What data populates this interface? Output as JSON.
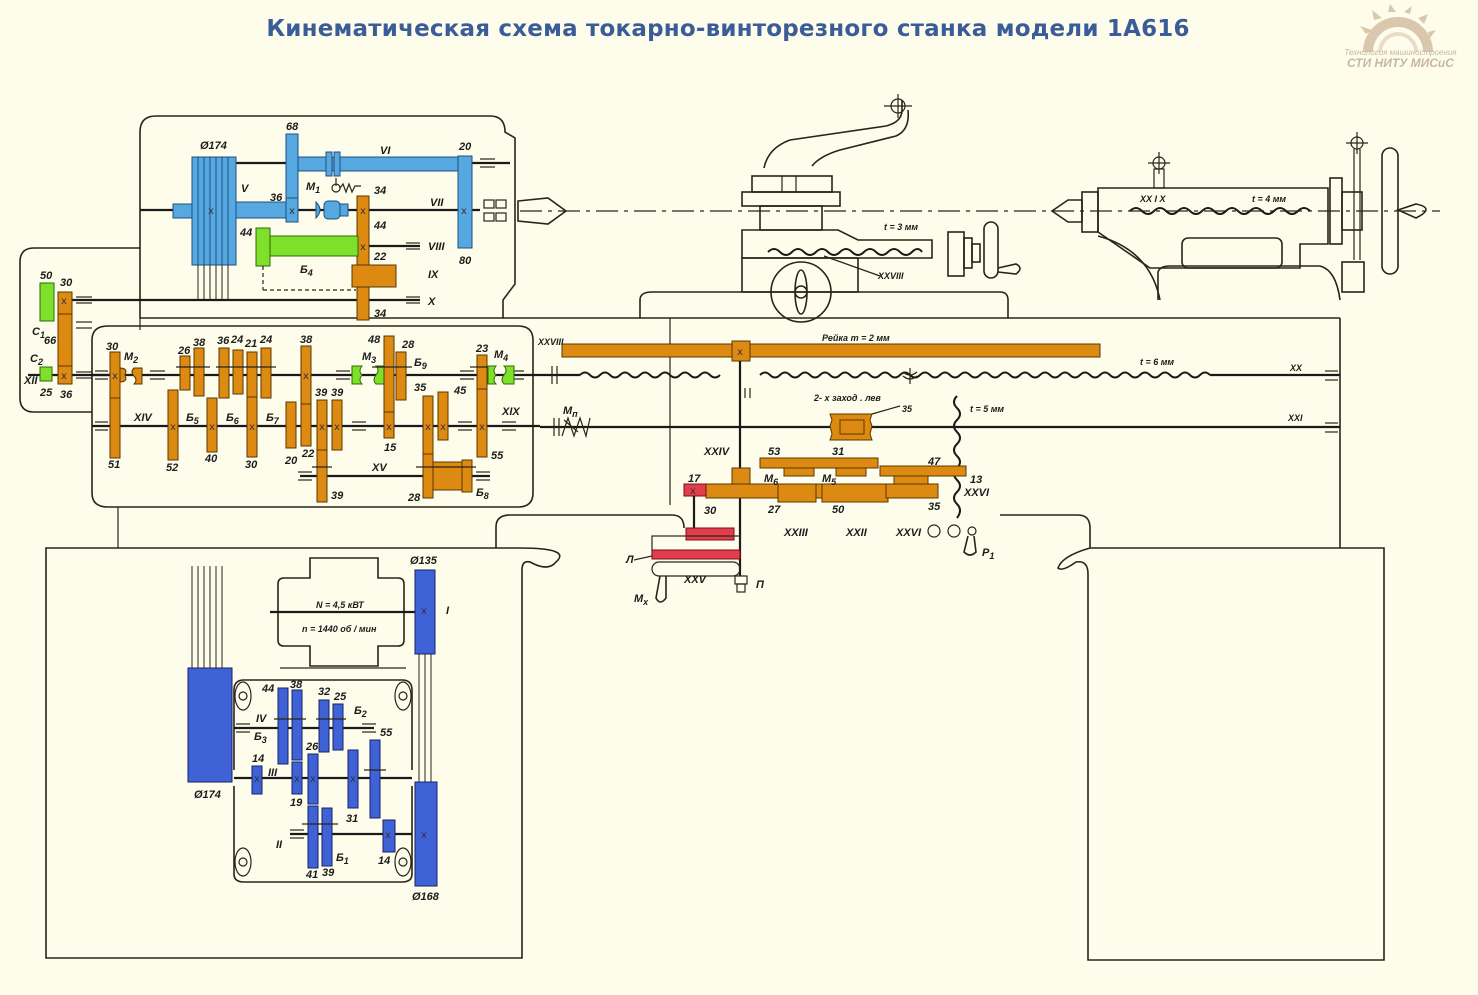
{
  "title": "Кинематическая схема токарно-винторезного станка модели 1А616",
  "logo": {
    "icon": "saw-blade-icon",
    "line1": "Технология машиностроения",
    "line2": "СТИ НИТУ МИСиС"
  },
  "colors": {
    "title": "#3a5d99",
    "background": "#fefdec",
    "gear_orange": "#dd8a12",
    "gear_light_blue": "#56a8e0",
    "gear_dark_blue": "#3f63d6",
    "gear_green": "#7ee02a",
    "gear_red": "#e23d4d"
  },
  "headstock": {
    "pulley": "Ø174",
    "shafts": [
      "V",
      "VI",
      "VII",
      "VIII",
      "IX",
      "X"
    ],
    "teeth": {
      "g68": "68",
      "g20": "20",
      "g36": "36",
      "g34a": "34",
      "g44a": "44",
      "g44b": "44",
      "g22": "22",
      "g80": "80",
      "g34b": "34"
    },
    "clutch_m1": "M",
    "clutch_m1_sub": "1",
    "block_b4": "Б",
    "block_b4_sub": "4"
  },
  "guitar": {
    "teeth": {
      "g50": "50",
      "g30": "30",
      "g66": "66",
      "g25": "25",
      "g36": "36"
    },
    "c1": "C",
    "c1_sub": "1",
    "c2": "C",
    "c2_sub": "2",
    "shaft": "XII"
  },
  "feed_box": {
    "shafts": [
      "XIV",
      "XV",
      "XIX"
    ],
    "top_teeth": [
      "30",
      "26",
      "38",
      "36",
      "24",
      "21",
      "24",
      "38",
      "39",
      "39",
      "48",
      "28",
      "35",
      "45",
      "23"
    ],
    "bottom_teeth": [
      "51",
      "52",
      "40",
      "30",
      "20",
      "22",
      "39",
      "15",
      "28",
      "55"
    ],
    "clutches": [
      {
        "name": "M",
        "sub": "2"
      },
      {
        "name": "M",
        "sub": "3"
      },
      {
        "name": "M",
        "sub": "4"
      }
    ],
    "blocks": [
      {
        "name": "Б",
        "sub": "5"
      },
      {
        "name": "Б",
        "sub": "6"
      },
      {
        "name": "Б",
        "sub": "7"
      },
      {
        "name": "Б",
        "sub": "8"
      },
      {
        "name": "Б",
        "sub": "9"
      }
    ]
  },
  "apron": {
    "rack_label": "Рейка  m = 2 мм",
    "leadscrew_label": "t = 6 мм",
    "feed_screw_label": "t = 5 мм",
    "worm_label": "2- х заход . лев",
    "worm_teeth": "35",
    "shafts": [
      "XX",
      "XXI",
      "XXII",
      "XXIII",
      "XXIV",
      "XXV",
      "XXVI",
      "XXVI",
      "XXVIII"
    ],
    "teeth": {
      "g53": "53",
      "g31": "31",
      "g47": "47",
      "g13": "13",
      "g17": "17",
      "g27": "27",
      "g50": "50",
      "g35": "35",
      "g30": "30"
    },
    "clutch_mn": "M",
    "clutch_mn_sub": "п",
    "clutch_m5": "M",
    "clutch_m5_sub": "5",
    "clutch_m6": "M",
    "clutch_m6_sub": "6",
    "clutch_mx": "M",
    "clutch_mx_sub": "x",
    "lever_l": "Л",
    "button_p": "П",
    "handle_p1": "P",
    "handle_p1_sub": "1"
  },
  "carriage": {
    "screw_label": "t = 3 мм",
    "screw_shaft": "XXVIII"
  },
  "tailstock": {
    "screw_label": "t = 4 мм",
    "screw_shaft": "XX I X"
  },
  "motor": {
    "power": "N = 4,5  кВТ",
    "speed": "n = 1440  об / мин",
    "pulley": "Ø135",
    "shaft": "I"
  },
  "speed_box": {
    "shafts": [
      "II",
      "III",
      "IV"
    ],
    "pulley_out": "Ø174",
    "pulley_in": "Ø168",
    "teeth": {
      "g44": "44",
      "g38": "38",
      "g32": "32",
      "g25": "25",
      "g55": "55",
      "g14a": "14",
      "g26": "26",
      "g19": "19",
      "g31": "31",
      "g41": "41",
      "g39": "39",
      "g14b": "14"
    },
    "blocks": [
      {
        "name": "Б",
        "sub": "1"
      },
      {
        "name": "Б",
        "sub": "2"
      },
      {
        "name": "Б",
        "sub": "3"
      }
    ]
  }
}
